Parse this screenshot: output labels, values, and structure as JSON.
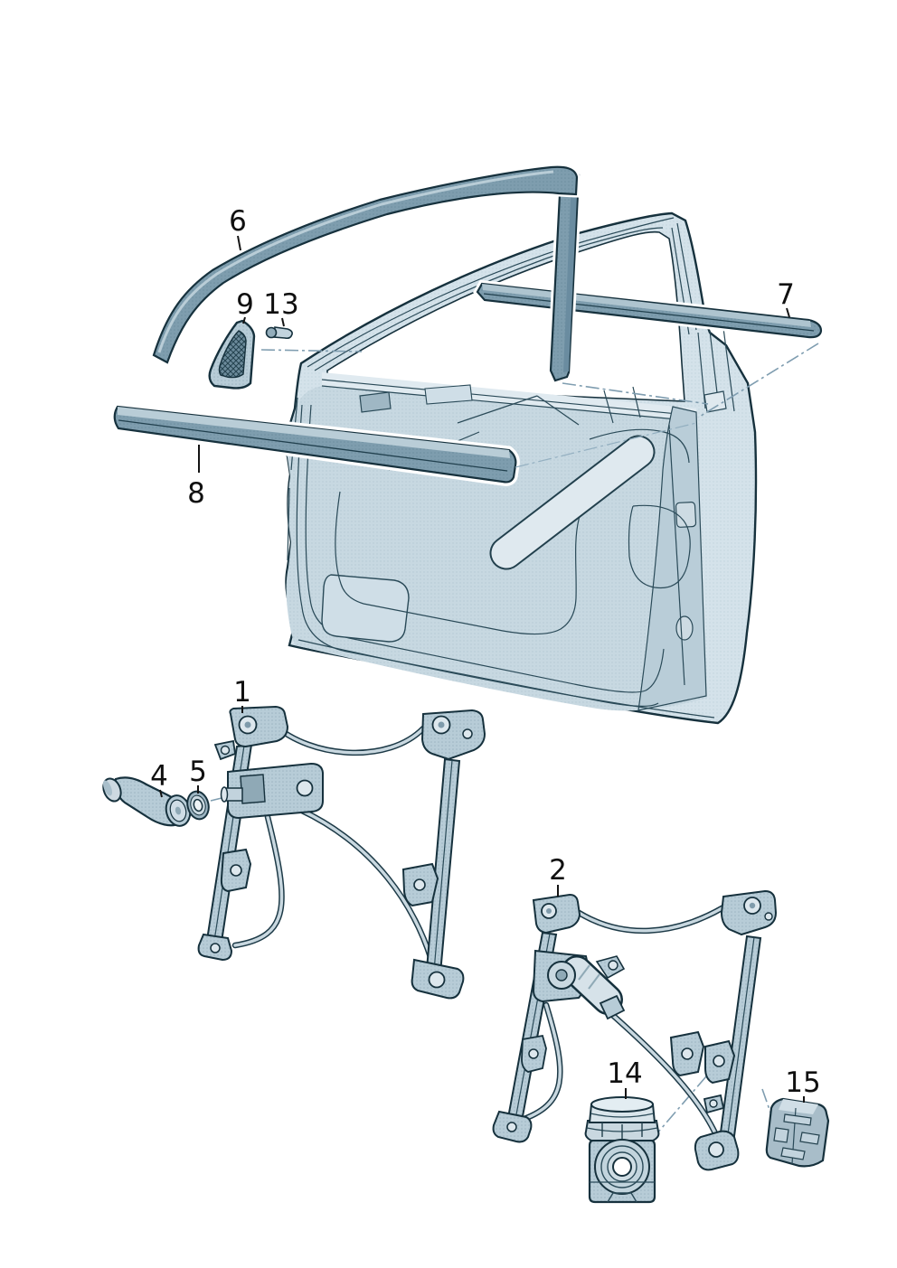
{
  "diagram": {
    "type": "exploded-parts-diagram",
    "subject": "front-door-window-regulator-and-trim",
    "background_color": "#ffffff",
    "outline_color": "#16313d",
    "leader_line_color": "#7f9db0",
    "door_fill": "#d4e2ea",
    "panel_fill": "#c6d7e0",
    "part_fill": "#b7ccd7",
    "strip_fill": "#7e9dae",
    "highlight_fill": "#dfe9ef",
    "callouts": [
      {
        "label": "1",
        "part": "manual-window-regulator"
      },
      {
        "label": "2",
        "part": "electric-window-regulator"
      },
      {
        "label": "4",
        "part": "crank-handle"
      },
      {
        "label": "5",
        "part": "crank-washer"
      },
      {
        "label": "6",
        "part": "window-guide-strip"
      },
      {
        "label": "7",
        "part": "outer-waist-moulding"
      },
      {
        "label": "8",
        "part": "inner-waist-moulding"
      },
      {
        "label": "9",
        "part": "mirror-triangle-cover"
      },
      {
        "label": "13",
        "part": "fastening-pin"
      },
      {
        "label": "14",
        "part": "window-motor"
      },
      {
        "label": "15",
        "part": "control-unit"
      }
    ]
  }
}
